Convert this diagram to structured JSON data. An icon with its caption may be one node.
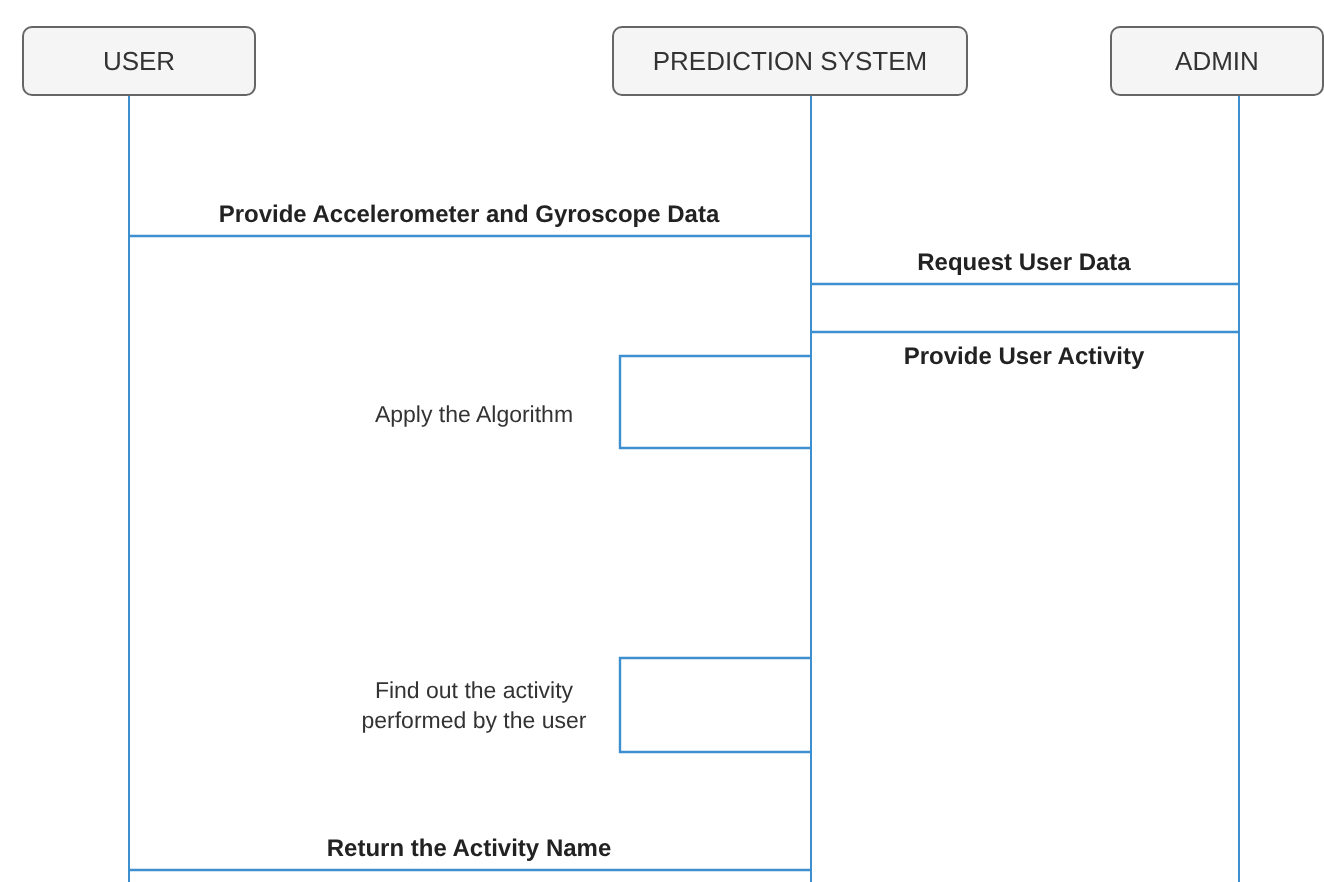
{
  "diagram": {
    "nodes": [
      {
        "text": [
          "USER"
        ]
      },
      {
        "text": [
          "PREDICTION SYSTEM"
        ]
      },
      {
        "text": [
          "ADMIN"
        ]
      }
    ],
    "edges": [
      {
        "from": 0,
        "to": 1,
        "arrow": "none",
        "label": "Provide Accelerometer and Gyroscope Data"
      },
      {
        "from": 2,
        "to": 1,
        "arrow": "none",
        "label": "Request User Data"
      },
      {
        "from": 1,
        "to": 2,
        "arrow": "none",
        "label": "Provide User Activity"
      },
      {
        "from": 1,
        "to": 1,
        "arrow": "none",
        "label": "Apply the Algorithm"
      },
      {
        "from": 1,
        "to": 1,
        "arrow": "none",
        "label": "Find out the activity performed by the user"
      },
      {
        "from": 1,
        "to": 0,
        "arrow": "none",
        "label": "Return the Activity Name"
      }
    ]
  }
}
